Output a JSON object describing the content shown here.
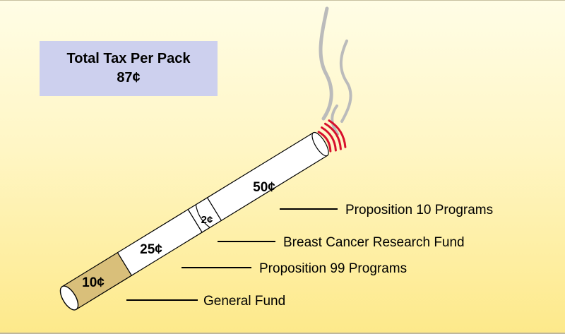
{
  "total": {
    "title": "Total Tax Per Pack",
    "amount": "87¢"
  },
  "segments": [
    {
      "id": "general-fund",
      "amount": "10¢",
      "cents": 10,
      "category": "General Fund",
      "color": "#d9bf7a"
    },
    {
      "id": "proposition-99-programs",
      "amount": "25¢",
      "cents": 25,
      "category": "Proposition 99 Programs",
      "color": "#ffffff"
    },
    {
      "id": "breast-cancer-research-fund",
      "amount": "2¢",
      "cents": 2,
      "category": "Breast Cancer Research Fund",
      "color": "#ffffff"
    },
    {
      "id": "proposition-10-programs",
      "amount": "50¢",
      "cents": 50,
      "category": "Proposition 10 Programs",
      "color": "#ffffff"
    }
  ],
  "colors": {
    "ember": "#d8102c",
    "smoke": "#bbbbbb",
    "outline": "#000000"
  }
}
